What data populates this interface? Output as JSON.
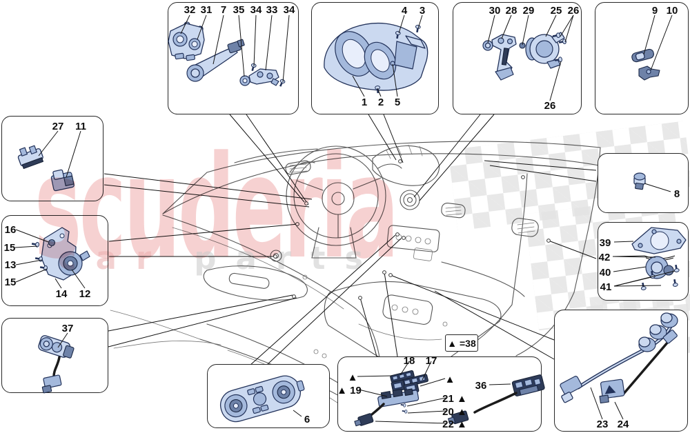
{
  "diagram": {
    "title_hint": "dashboard and steering column controls parts diagram",
    "watermark": {
      "word1": "scuderia",
      "word2": "car",
      "word3": "parts"
    },
    "legend": {
      "label": "▲ =38"
    },
    "boxes": {
      "box_a": {
        "callouts": [
          "32",
          "31",
          "7",
          "35",
          "34",
          "33",
          "34"
        ]
      },
      "box_b": {
        "callouts": [
          "4",
          "3",
          "1",
          "2",
          "5"
        ]
      },
      "box_c": {
        "callouts": [
          "30",
          "28",
          "29",
          "25",
          "26",
          "26"
        ]
      },
      "box_d": {
        "callouts": [
          "9",
          "10"
        ]
      },
      "box_e": {
        "callouts": [
          "27",
          "11"
        ]
      },
      "box_f": {
        "callouts": [
          "16",
          "15",
          "13",
          "15",
          "14",
          "12"
        ]
      },
      "box_g": {
        "callouts": [
          "37"
        ]
      },
      "box_h": {
        "callouts": [
          "8"
        ]
      },
      "box_i": {
        "callouts": [
          "39",
          "42",
          "40",
          "41"
        ]
      },
      "box_j": {
        "callouts": [
          "6"
        ]
      },
      "box_k": {
        "callouts": [
          "18",
          "17",
          "▲",
          "▲ 19",
          "▲",
          "21 ▲",
          "20 ▲",
          "22 ▲",
          "36"
        ]
      },
      "box_l": {
        "callouts": [
          "23",
          "24"
        ]
      }
    },
    "colors": {
      "part_fill": "#cbd9f0",
      "part_shade": "#a4b9dc",
      "part_outline": "#22325a",
      "watermark_red": "#eda4a4",
      "checker_gray": "#e4e4e4"
    }
  }
}
